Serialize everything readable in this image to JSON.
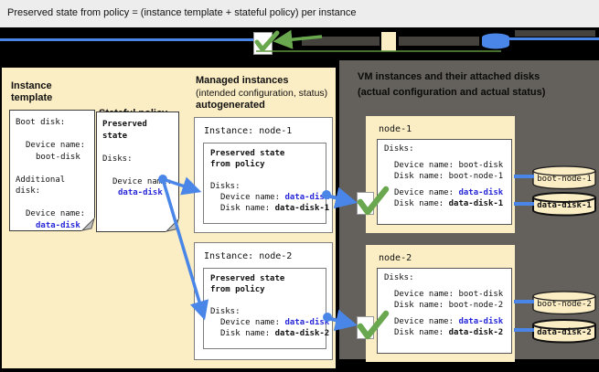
{
  "title": "Preserved state from policy = (instance template + stateful policy) per instance",
  "colors": {
    "beige": "#FBEDC4",
    "dark_panel": "#64605B",
    "arrow_blue": "#4A86E8",
    "emphasis_blue_text": "#2727D8",
    "check_green": "#6AA84F"
  },
  "legend": {
    "check_icon": "green-check",
    "arrow_icon": "green-arrow",
    "swatch_icon": "beige-box",
    "disk_icon": "blue-disk-cylinder"
  },
  "left_panel": {
    "template_heading": "Instance template",
    "template_note": {
      "l1": "Boot disk:",
      "l2": "Device name:",
      "l3": "boot-disk",
      "l4": "Additional",
      "l5": "disk:",
      "l6": "Device name:",
      "l7": "data-disk"
    },
    "policy_heading": "Stateful policy",
    "policy_note": {
      "h1": "Preserved",
      "h2": "state",
      "l1": "Disks:",
      "l2": "Device name:",
      "l3": "data-disk"
    }
  },
  "managed": {
    "heading1": "Managed instances",
    "heading2": "(intended configuration, status)",
    "heading3": "autogenerated",
    "node1": {
      "title": "Instance: node-1",
      "ps1": "Preserved state",
      "ps2": "from policy",
      "disks": "Disks:",
      "device_label": "Device name: ",
      "device_value": "data-disk",
      "disk_label": "Disk name: ",
      "disk_value": "data-disk-1"
    },
    "node2": {
      "title": "Instance: node-2",
      "ps1": "Preserved state",
      "ps2": "from policy",
      "disks": "Disks:",
      "device_label": "Device name: ",
      "device_value": "data-disk",
      "disk_label": "Disk name: ",
      "disk_value": "data-disk-2"
    }
  },
  "right_panel": {
    "heading_line1": "VM instances and their attached disks",
    "heading_line2": "(actual configuration and actual status)",
    "node1": {
      "name": "node-1",
      "disks": "Disks:",
      "boot_device_label": "Device name: ",
      "boot_device_value": "boot-disk",
      "boot_disk_label": "Disk name: ",
      "boot_disk_value": "boot-node-1",
      "data_device_label": "Device name: ",
      "data_device_value": "data-disk",
      "data_disk_label": "Disk name: ",
      "data_disk_value": "data-disk-1",
      "boot_cylinder": "boot-node-1",
      "data_cylinder": "data-disk-1"
    },
    "node2": {
      "name": "node-2",
      "disks": "Disks:",
      "boot_device_label": "Device name: ",
      "boot_device_value": "boot-disk",
      "boot_disk_label": "Disk name: ",
      "boot_disk_value": "boot-node-2",
      "data_device_label": "Device name: ",
      "data_device_value": "data-disk",
      "data_disk_label": "Disk name: ",
      "data_disk_value": "data-disk-2",
      "boot_cylinder": "boot-node-2",
      "data_cylinder": "data-disk-2"
    }
  }
}
